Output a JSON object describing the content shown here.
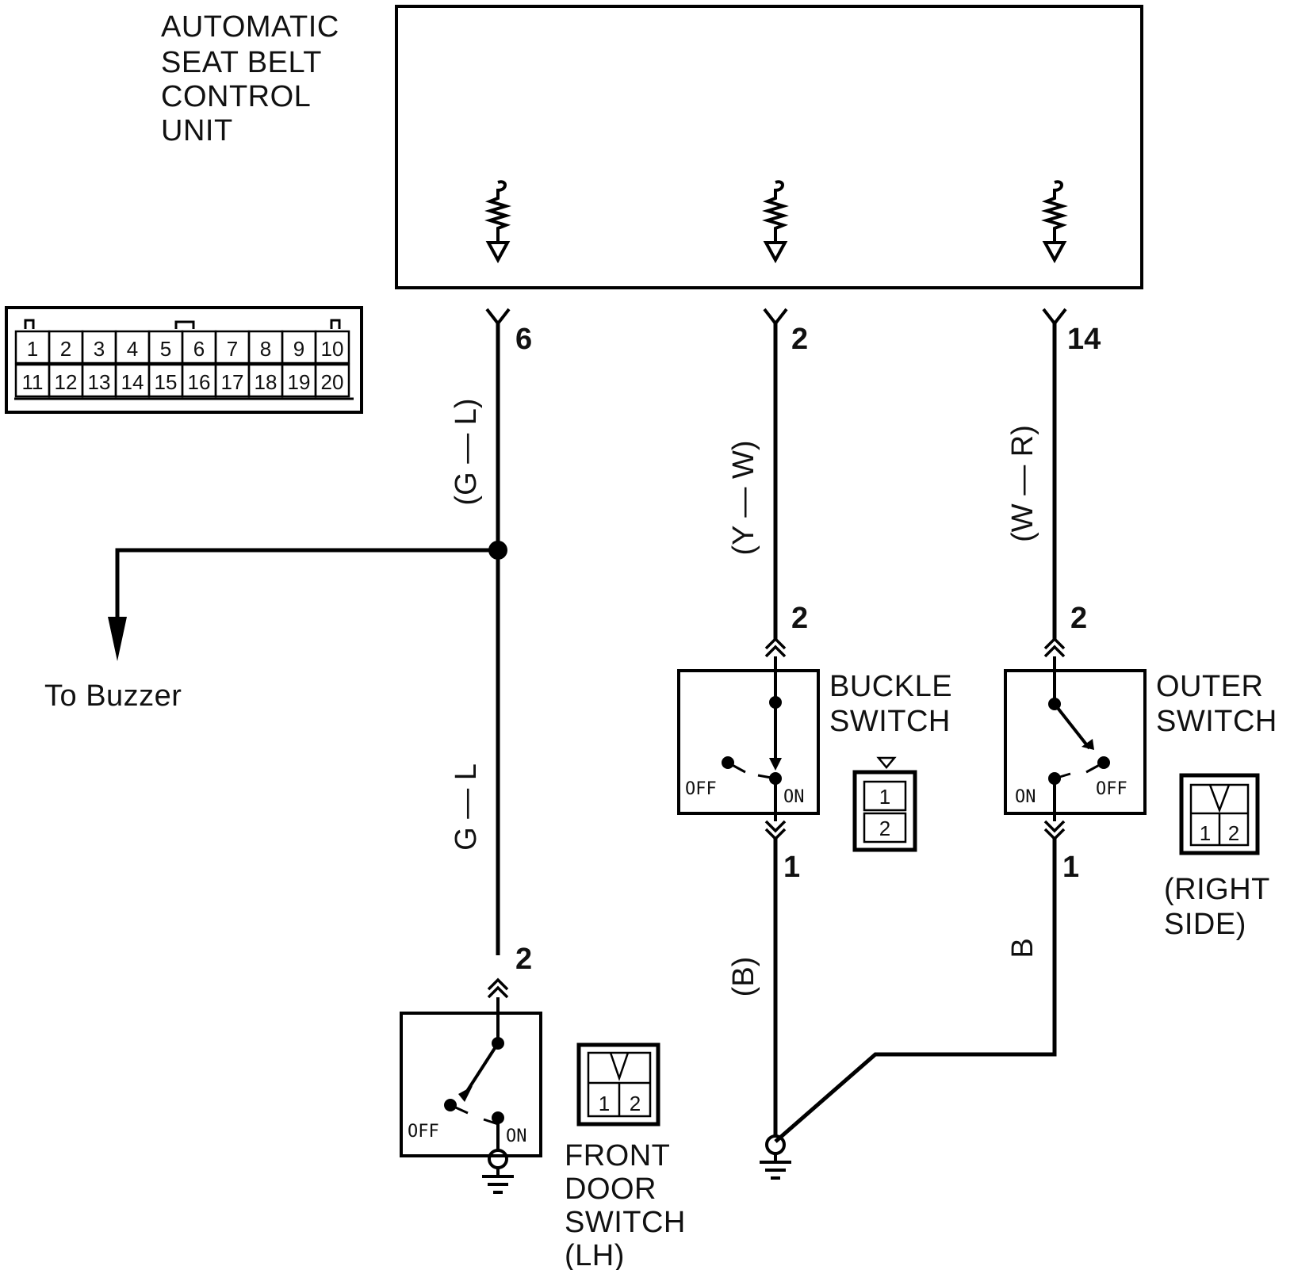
{
  "control_unit": {
    "label_lines": [
      "AUTOMATIC",
      "SEAT BELT",
      "CONTROL",
      "UNIT"
    ]
  },
  "connector_pins": {
    "row1": [
      "1",
      "2",
      "3",
      "4",
      "5",
      "6",
      "7",
      "8",
      "9",
      "10"
    ],
    "row2": [
      "11",
      "12",
      "13",
      "14",
      "15",
      "16",
      "17",
      "18",
      "19",
      "20"
    ]
  },
  "circuits": {
    "door": {
      "unit_pin": "6",
      "wire_paren": "(G — L)",
      "wire": "G — L",
      "switch_pin": "2"
    },
    "buckle": {
      "unit_pin": "2",
      "wire_paren": "(Y — W)",
      "pin_top": "2",
      "pin_bottom": "1",
      "ground_wire": "(B)"
    },
    "outer": {
      "unit_pin": "14",
      "wire_paren": "(W — R)",
      "pin_top": "2",
      "pin_bottom": "1",
      "ground_wire": "B"
    }
  },
  "buzzer": {
    "label": "To Buzzer"
  },
  "switches": {
    "buckle": {
      "title_lines": [
        "BUCKLE",
        "SWITCH"
      ],
      "off": "OFF",
      "on": "ON",
      "conn_pins": [
        "1",
        "2"
      ]
    },
    "outer": {
      "title_lines": [
        "OUTER",
        "SWITCH"
      ],
      "off": "OFF",
      "on": "ON",
      "conn_pins": [
        "1",
        "2"
      ],
      "note_lines": [
        "(RIGHT",
        "SIDE)"
      ]
    },
    "front_door": {
      "title_lines": [
        "FRONT",
        "DOOR",
        "SWITCH",
        "(LH)"
      ],
      "off": "OFF",
      "on": "ON",
      "conn_pins": [
        "1",
        "2"
      ]
    }
  }
}
